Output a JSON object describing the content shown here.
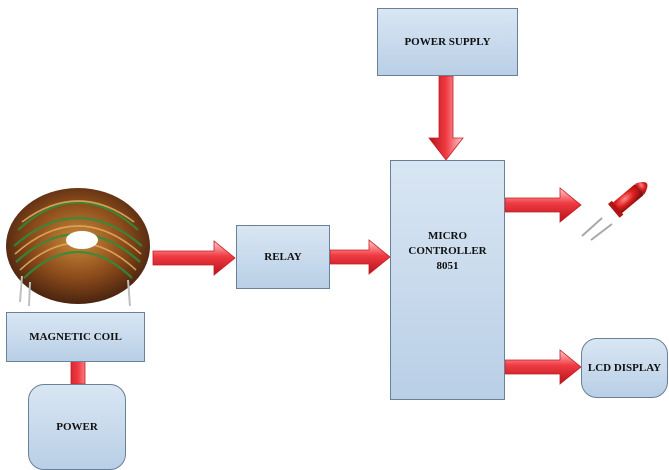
{
  "blocks": {
    "power_supply": "POWER SUPPLY",
    "relay": "RELAY",
    "microcontroller": [
      "MICRO",
      "CONTROLLER",
      "8051"
    ],
    "magnetic_coil": "MAGNETIC COIL",
    "power": "POWER",
    "lcd_display": "LCD DISPLAY"
  },
  "colors": {
    "block_fill_top": "#d9e6f3",
    "block_fill_bottom": "#b9cfe6",
    "block_border": "#6a7f98",
    "arrow_fill": "#e8343c",
    "led_red": "#d81e1e"
  },
  "icons": [
    "toroidal-coil-icon",
    "red-led-icon"
  ]
}
